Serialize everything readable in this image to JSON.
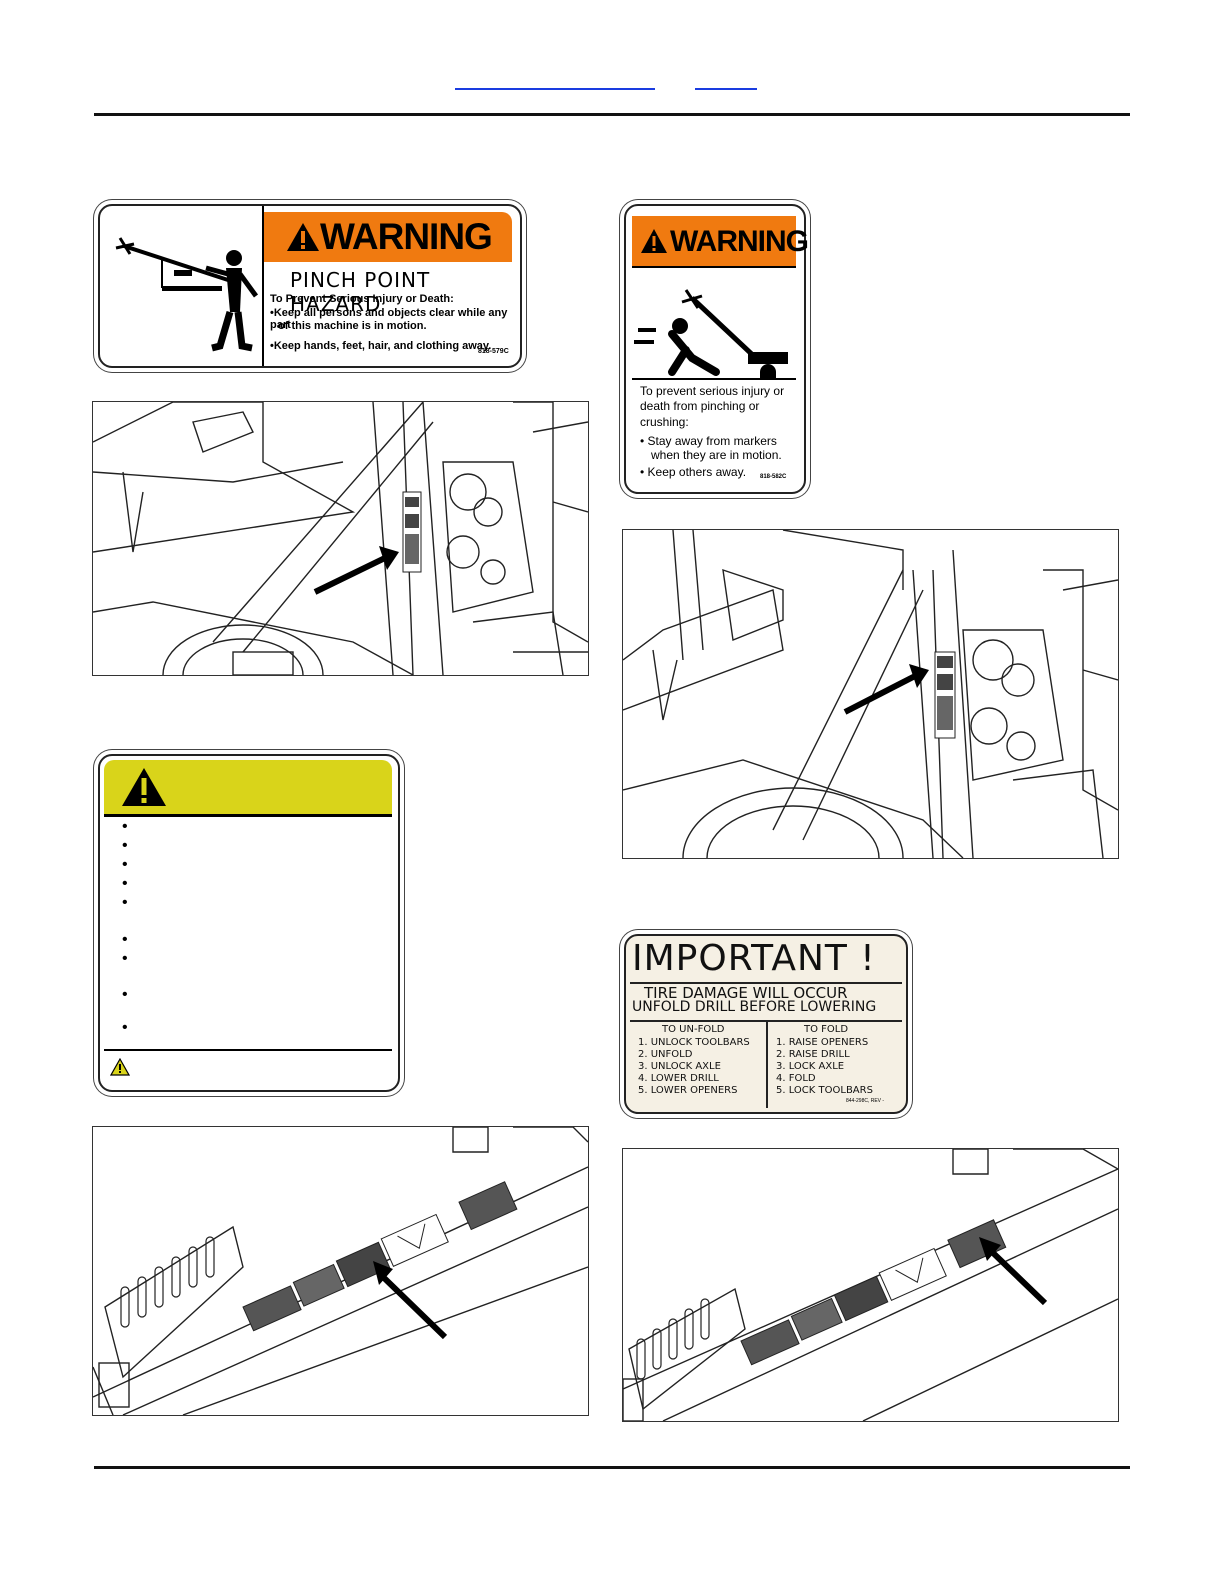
{
  "decal_pinch": {
    "signal_word": "WARNING",
    "hazard": "PINCH POINT HAZARD",
    "intro": "To Prevent Serious Injury or Death:",
    "bullet1_line1": "•Keep all persons and objects clear while any part",
    "bullet1_line2": "of this machine is in motion.",
    "bullet2": "•Keep hands, feet, hair, and clothing away.",
    "code": "818-579C"
  },
  "decal_marker": {
    "signal_word": "WARNING",
    "text_line1": "To prevent serious injury or",
    "text_line2": "death from pinching or",
    "text_line3": "crushing:",
    "bullet1_line1": "•  Stay away from markers",
    "bullet1_line2": "when they are in motion.",
    "bullet2": "•  Keep others away.",
    "code": "818-582C"
  },
  "decal_important": {
    "title": "IMPORTANT  !",
    "line1": "TIRE  DAMAGE  WILL  OCCUR",
    "line2": "UNFOLD  DRILL  BEFORE  LOWERING",
    "unfold_header": "TO  UN-FOLD",
    "unfold_steps": [
      "1.  UNLOCK  TOOLBARS",
      "2.  UNFOLD",
      "3.  UNLOCK  AXLE",
      "4.  LOWER  DRILL",
      "5.  LOWER  OPENERS"
    ],
    "fold_header": "TO  FOLD",
    "fold_steps": [
      "1.  RAISE  OPENERS",
      "2.  RAISE  DRILL",
      "3.  LOCK  AXLE",
      "4.  FOLD",
      "5.  LOCK  TOOLBARS"
    ],
    "code": "844-298C, REV  -"
  },
  "decal_caution": {
    "icon": "warning-triangle-icon",
    "bullet_count": 9
  },
  "colors": {
    "warning_orange": "#f07a10",
    "caution_yellow": "#d9d41a",
    "link_blue": "#1a3ce0",
    "important_bg": "#f5f0e4"
  }
}
